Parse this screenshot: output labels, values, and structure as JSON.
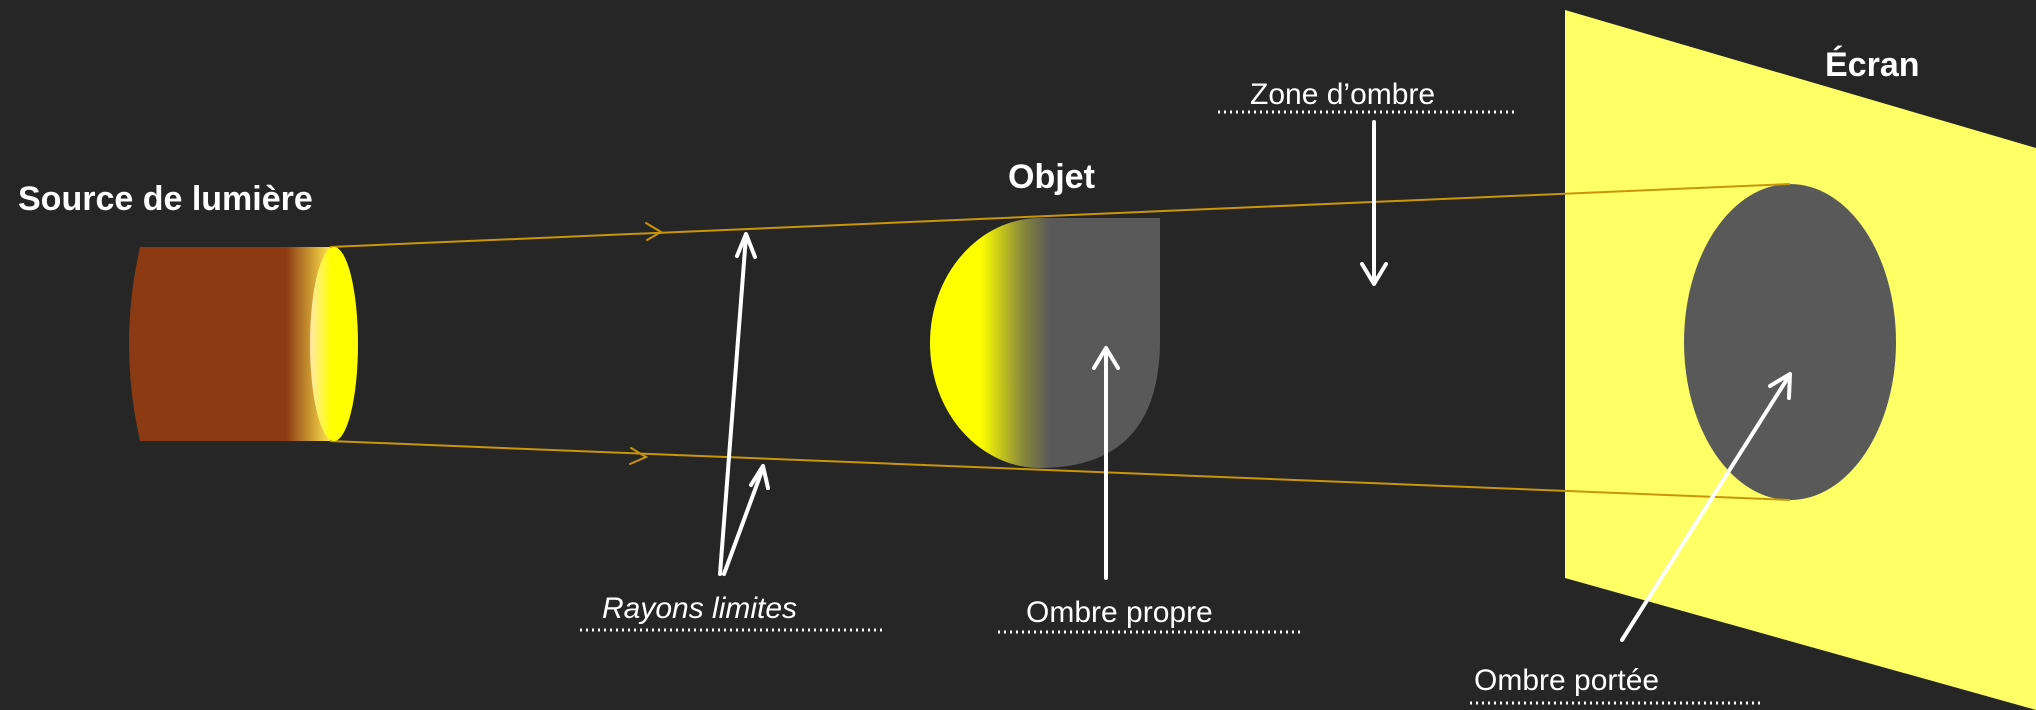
{
  "labels": {
    "source": "Source de lumière",
    "object": "Objet",
    "screen": "Écran",
    "shadow_zone": "Zone d’ombre",
    "limit_rays": "Rayons limites",
    "own_shadow": "Ombre propre",
    "cast_shadow": "Ombre portée"
  },
  "colors": {
    "background": "#262626",
    "source_body": "#8b3a12",
    "light_yellow": "#ffff00",
    "screen_yellow": "#ffff66",
    "shadow_gray": "#595959",
    "ray_orange": "#c9950b",
    "text": "#ffffff"
  }
}
